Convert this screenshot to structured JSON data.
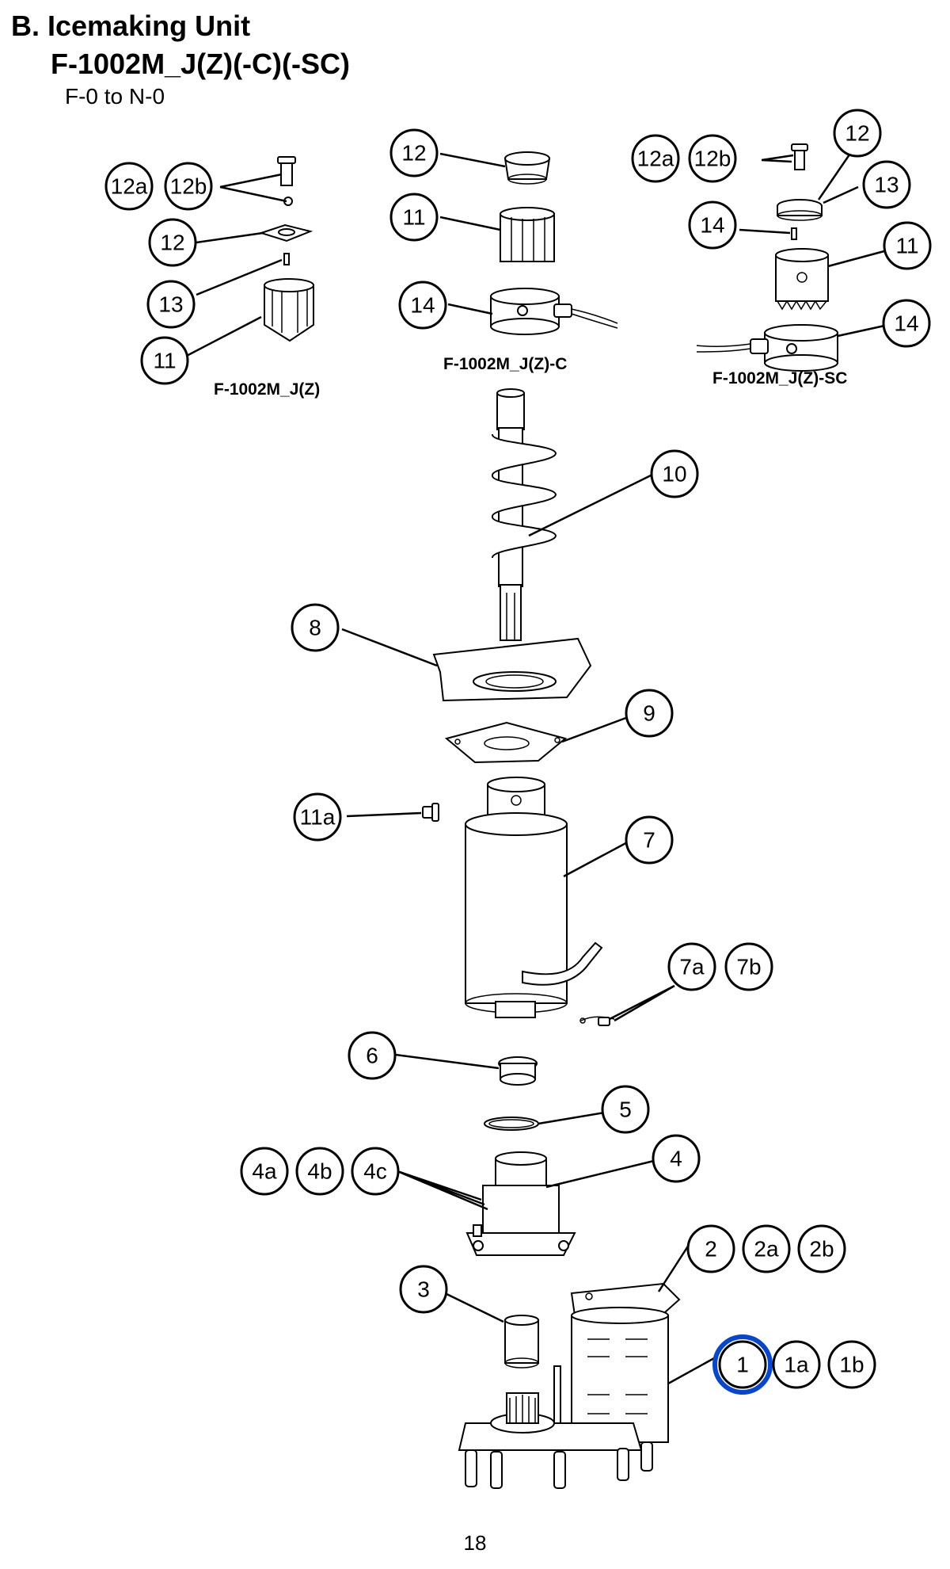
{
  "header": {
    "title": "B. Icemaking Unit",
    "model": "F-1002M_J(Z)(-C)(-SC)",
    "range": "F-0 to N-0"
  },
  "variant_labels": {
    "jz": "F-1002M_J(Z)",
    "c": "F-1002M_J(Z)-C",
    "sc": "F-1002M_J(Z)-SC"
  },
  "callouts": [
    "12a",
    "12b",
    "12",
    "13",
    "11",
    "12",
    "11",
    "14",
    "12a",
    "12b",
    "12",
    "13",
    "14",
    "11",
    "14",
    "10",
    "8",
    "9",
    "11a",
    "7",
    "7a",
    "7b",
    "6",
    "5",
    "4a",
    "4b",
    "4c",
    "4",
    "2",
    "2a",
    "2b",
    "3",
    "1",
    "1a",
    "1b"
  ],
  "selected_callout": "1",
  "highlight_color": "#0a47c8",
  "page_number": "18"
}
